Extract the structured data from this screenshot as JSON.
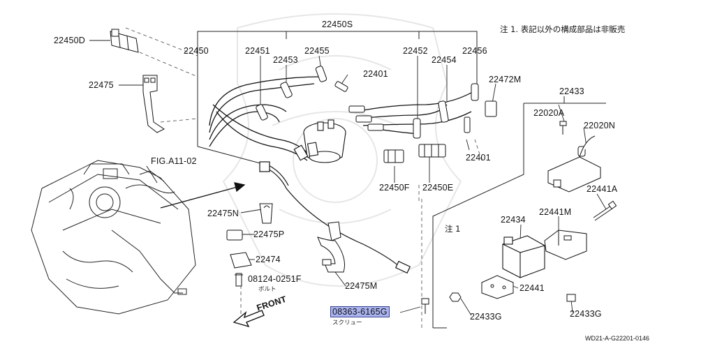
{
  "diagram": {
    "note_heading": "注 1. 表記以外の構成部品は非販売",
    "note_marker": "注 1",
    "fig_ref": "FIG.A11-02",
    "front_label": "FRONT",
    "drawing_code": "WD21-A-G22201-0146",
    "highlight_color": "#aab4f0",
    "parts": {
      "p22450S": "22450S",
      "p22450D": "22450D",
      "p22450": "22450",
      "p22451": "22451",
      "p22453": "22453",
      "p22455": "22455",
      "p22452": "22452",
      "p22454": "22454",
      "p22456": "22456",
      "p22401a": "22401",
      "p22401b": "22401",
      "p22475": "22475",
      "p22472M": "22472M",
      "p22433": "22433",
      "p22020A": "22020A",
      "p22020N": "22020N",
      "p22441A": "22441A",
      "p22441M": "22441M",
      "p22450F": "22450F",
      "p22450E": "22450E",
      "p22475N": "22475N",
      "p22475P": "22475P",
      "p22474": "22474",
      "p08124": "08124-0251F",
      "p08124_sub": "ボルト",
      "p22475M": "22475M",
      "p22434": "22434",
      "p22441": "22441",
      "p22433Ga": "22433G",
      "p22433Gb": "22433G",
      "p08363": "08363-6165G",
      "p08363_sub": "スクリュー"
    }
  }
}
